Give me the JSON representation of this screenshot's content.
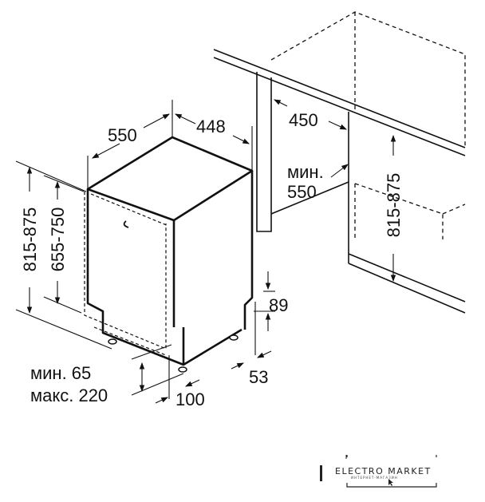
{
  "diagram": {
    "dimensions": {
      "depth": "550",
      "width": "448",
      "niche_width": "450",
      "niche_depth_label": "мин.",
      "niche_depth": "550",
      "height_left": "815-875",
      "door_height": "655-750",
      "height_right": "815-875",
      "plinth_height": "89",
      "plinth_depth": "53",
      "kick_min": "мин. 65",
      "kick_max": "макс. 220",
      "door_offset": "100"
    }
  },
  "logo": {
    "name": "ELECTRO MARKET",
    "subtitle": "ИНТЕРНЕТ-МАГАЗИН"
  }
}
